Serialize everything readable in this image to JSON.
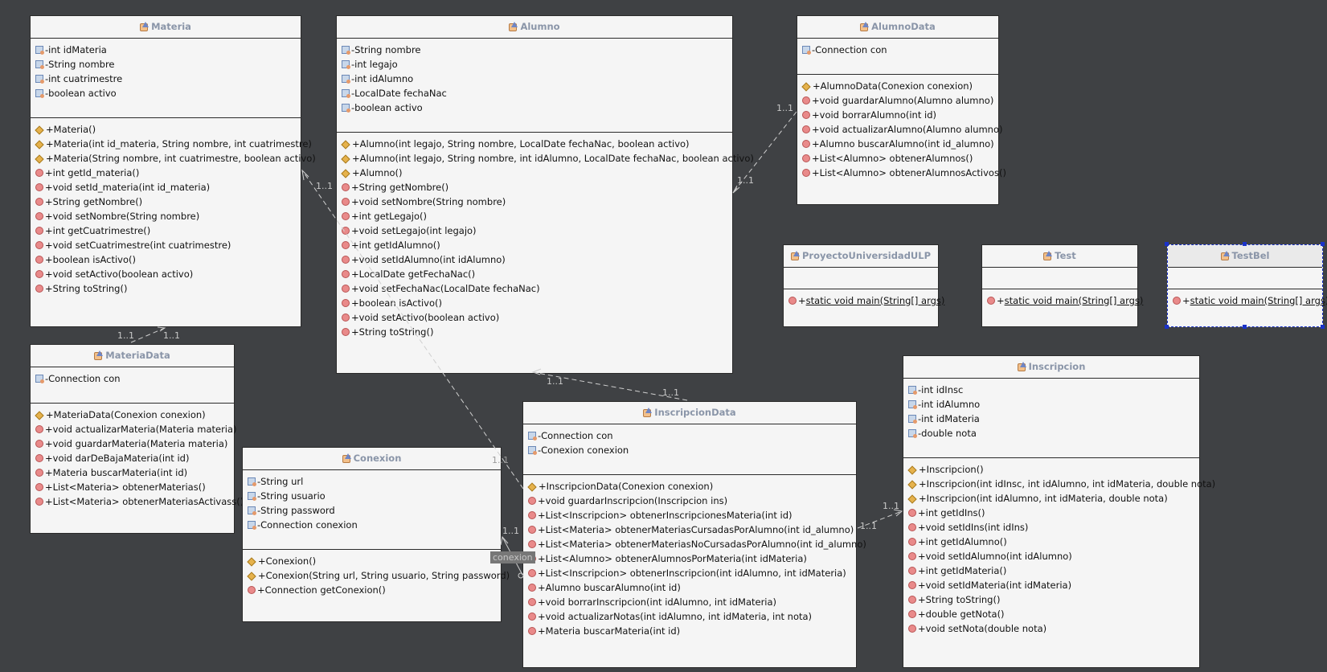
{
  "classes": {
    "Materia": {
      "name": "Materia",
      "fields": [
        {
          "vis": "-",
          "text": "int idMateria"
        },
        {
          "vis": "-",
          "text": "String nombre"
        },
        {
          "vis": "-",
          "text": "int cuatrimestre"
        },
        {
          "vis": "-",
          "text": "boolean activo"
        }
      ],
      "methods": [
        {
          "kind": "ctor",
          "vis": "+",
          "text": "Materia()"
        },
        {
          "kind": "ctor",
          "vis": "+",
          "text": "Materia(int id_materia, String nombre, int cuatrimestre)"
        },
        {
          "kind": "ctor",
          "vis": "+",
          "text": "Materia(String nombre, int cuatrimestre, boolean activo)"
        },
        {
          "kind": "method",
          "vis": "+",
          "text": "int getId_materia()"
        },
        {
          "kind": "method",
          "vis": "+",
          "text": "void setId_materia(int id_materia)"
        },
        {
          "kind": "method",
          "vis": "+",
          "text": "String getNombre()"
        },
        {
          "kind": "method",
          "vis": "+",
          "text": "void setNombre(String nombre)"
        },
        {
          "kind": "method",
          "vis": "+",
          "text": "int getCuatrimestre()"
        },
        {
          "kind": "method",
          "vis": "+",
          "text": "void setCuatrimestre(int cuatrimestre)"
        },
        {
          "kind": "method",
          "vis": "+",
          "text": "boolean isActivo()"
        },
        {
          "kind": "method",
          "vis": "+",
          "text": "void setActivo(boolean activo)"
        },
        {
          "kind": "method",
          "vis": "+",
          "text": "String toString()"
        }
      ]
    },
    "Alumno": {
      "name": "Alumno",
      "fields": [
        {
          "vis": "-",
          "text": "String nombre"
        },
        {
          "vis": "-",
          "text": "int legajo"
        },
        {
          "vis": "-",
          "text": "int idAlumno"
        },
        {
          "vis": "-",
          "text": "LocalDate fechaNac"
        },
        {
          "vis": "-",
          "text": "boolean activo"
        }
      ],
      "methods": [
        {
          "kind": "ctor",
          "vis": "+",
          "text": "Alumno(int legajo, String nombre, LocalDate fechaNac, boolean activo)"
        },
        {
          "kind": "ctor",
          "vis": "+",
          "text": "Alumno(int legajo, String nombre, int idAlumno, LocalDate fechaNac, boolean activo)"
        },
        {
          "kind": "ctor",
          "vis": "+",
          "text": "Alumno()"
        },
        {
          "kind": "method",
          "vis": "+",
          "text": "String getNombre()"
        },
        {
          "kind": "method",
          "vis": "+",
          "text": "void setNombre(String nombre)"
        },
        {
          "kind": "method",
          "vis": "+",
          "text": "int getLegajo()"
        },
        {
          "kind": "method",
          "vis": "+",
          "text": "void setLegajo(int legajo)"
        },
        {
          "kind": "method",
          "vis": "+",
          "text": "int getIdAlumno()"
        },
        {
          "kind": "method",
          "vis": "+",
          "text": "void setIdAlumno(int idAlumno)"
        },
        {
          "kind": "method",
          "vis": "+",
          "text": "LocalDate getFechaNac()"
        },
        {
          "kind": "method",
          "vis": "+",
          "text": "void setFechaNac(LocalDate fechaNac)"
        },
        {
          "kind": "method",
          "vis": "+",
          "text": "boolean isActivo()"
        },
        {
          "kind": "method",
          "vis": "+",
          "text": "void setActivo(boolean activo)"
        },
        {
          "kind": "method",
          "vis": "+",
          "text": "String toString()"
        }
      ]
    },
    "AlumnoData": {
      "name": "AlumnoData",
      "fields": [
        {
          "vis": "-",
          "text": "Connection con"
        }
      ],
      "methods": [
        {
          "kind": "ctor",
          "vis": "+",
          "text": "AlumnoData(Conexion conexion)"
        },
        {
          "kind": "method",
          "vis": "+",
          "text": "void guardarAlumno(Alumno alumno)"
        },
        {
          "kind": "method",
          "vis": "+",
          "text": "void borrarAlumno(int id)"
        },
        {
          "kind": "method",
          "vis": "+",
          "text": "void actualizarAlumno(Alumno alumno)"
        },
        {
          "kind": "method",
          "vis": "+",
          "text": "Alumno buscarAlumno(int id_alumno)"
        },
        {
          "kind": "method",
          "vis": "+",
          "text": "List<Alumno> obtenerAlumnos()"
        },
        {
          "kind": "method",
          "vis": "+",
          "text": "List<Alumno> obtenerAlumnosActivos()"
        }
      ]
    },
    "ProyectoUniversidadULP": {
      "name": "ProyectoUniversidadULP",
      "fields": [],
      "methods": [
        {
          "kind": "method",
          "vis": "+",
          "text": "static void main(String[] args)",
          "static": true
        }
      ]
    },
    "Test": {
      "name": "Test",
      "fields": [],
      "methods": [
        {
          "kind": "method",
          "vis": "+",
          "text": "static void main(String[] args)",
          "static": true
        }
      ]
    },
    "TestBel": {
      "name": "TestBel",
      "fields": [],
      "methods": [
        {
          "kind": "method",
          "vis": "+",
          "text": "static void main(String[] args)",
          "static": true
        }
      ]
    },
    "MateriaData": {
      "name": "MateriaData",
      "fields": [
        {
          "vis": "-",
          "text": "Connection con"
        }
      ],
      "methods": [
        {
          "kind": "ctor",
          "vis": "+",
          "text": "MateriaData(Conexion conexion)"
        },
        {
          "kind": "method",
          "vis": "+",
          "text": "void actualizarMateria(Materia materia)"
        },
        {
          "kind": "method",
          "vis": "+",
          "text": "void guardarMateria(Materia materia)"
        },
        {
          "kind": "method",
          "vis": "+",
          "text": "void darDeBajaMateria(int id)"
        },
        {
          "kind": "method",
          "vis": "+",
          "text": "Materia buscarMateria(int id)"
        },
        {
          "kind": "method",
          "vis": "+",
          "text": "List<Materia> obtenerMaterias()"
        },
        {
          "kind": "method",
          "vis": "+",
          "text": "List<Materia> obtenerMateriasActivass()"
        }
      ]
    },
    "Conexion": {
      "name": "Conexion",
      "fields": [
        {
          "vis": "-",
          "text": "String url"
        },
        {
          "vis": "-",
          "text": "String usuario"
        },
        {
          "vis": "-",
          "text": "String password"
        },
        {
          "vis": "-",
          "text": "Connection conexion"
        }
      ],
      "methods": [
        {
          "kind": "ctor",
          "vis": "+",
          "text": "Conexion()"
        },
        {
          "kind": "ctor",
          "vis": "+",
          "text": "Conexion(String url, String usuario, String password)"
        },
        {
          "kind": "method",
          "vis": "+",
          "text": "Connection getConexion()"
        }
      ]
    },
    "InscripcionData": {
      "name": "InscripcionData",
      "fields": [
        {
          "vis": "-",
          "text": "Connection con"
        },
        {
          "vis": "-",
          "text": "Conexion conexion"
        }
      ],
      "methods": [
        {
          "kind": "ctor",
          "vis": "+",
          "text": "InscripcionData(Conexion conexion)"
        },
        {
          "kind": "method",
          "vis": "+",
          "text": "void guardarInscripcion(Inscripcion ins)"
        },
        {
          "kind": "method",
          "vis": "+",
          "text": "List<Inscripcion> obtenerInscripcionesMateria(int id)"
        },
        {
          "kind": "method",
          "vis": "+",
          "text": "List<Materia> obtenerMateriasCursadasPorAlumno(int id_alumno)"
        },
        {
          "kind": "method",
          "vis": "+",
          "text": "List<Materia> obtenerMateriasNoCursadasPorAlumno(int id_alumno)"
        },
        {
          "kind": "method",
          "vis": "+",
          "text": "List<Alumno> obtenerAlumnosPorMateria(int idMateria)"
        },
        {
          "kind": "method",
          "vis": "+",
          "text": "List<Inscripcion> obtenerInscripcion(int idAlumno, int idMateria)"
        },
        {
          "kind": "method",
          "vis": "+",
          "text": "Alumno buscarAlumno(int id)"
        },
        {
          "kind": "method",
          "vis": "+",
          "text": "void borrarInscripcion(int idAlumno, int idMateria)"
        },
        {
          "kind": "method",
          "vis": "+",
          "text": "void actualizarNotas(int idAlumno, int idMateria, int nota)"
        },
        {
          "kind": "method",
          "vis": "+",
          "text": "Materia buscarMateria(int id)"
        }
      ]
    },
    "Inscripcion": {
      "name": "Inscripcion",
      "fields": [
        {
          "vis": "-",
          "text": "int idInsc"
        },
        {
          "vis": "-",
          "text": "int idAlumno"
        },
        {
          "vis": "-",
          "text": "int idMateria"
        },
        {
          "vis": "-",
          "text": "double nota"
        }
      ],
      "methods": [
        {
          "kind": "ctor",
          "vis": "+",
          "text": "Inscripcion()"
        },
        {
          "kind": "ctor",
          "vis": "+",
          "text": "Inscripcion(int idInsc, int idAlumno, int idMateria, double nota)"
        },
        {
          "kind": "ctor",
          "vis": "+",
          "text": "Inscripcion(int idAlumno, int idMateria, double nota)"
        },
        {
          "kind": "method",
          "vis": "+",
          "text": "int getIdIns()"
        },
        {
          "kind": "method",
          "vis": "+",
          "text": "void setIdIns(int idIns)"
        },
        {
          "kind": "method",
          "vis": "+",
          "text": "int getIdAlumno()"
        },
        {
          "kind": "method",
          "vis": "+",
          "text": "void setIdAlumno(int idAlumno)"
        },
        {
          "kind": "method",
          "vis": "+",
          "text": "int getIdMateria()"
        },
        {
          "kind": "method",
          "vis": "+",
          "text": "void setIdMateria(int idMateria)"
        },
        {
          "kind": "method",
          "vis": "+",
          "text": "String toString()"
        },
        {
          "kind": "method",
          "vis": "+",
          "text": "double getNota()"
        },
        {
          "kind": "method",
          "vis": "+",
          "text": "void setNota(double nota)"
        }
      ]
    }
  },
  "multiplicities": {
    "alumnodata_end": "1..1",
    "alumno_from_alumnodata": "1..1",
    "materia_from_inscripciondata": "1..1",
    "materiadata_left": "1..1",
    "materiadata_right": "1..1",
    "alumno_from_inscripciondata": "1..1",
    "inscripciondata_to_alumno": "1..1",
    "inscripciondata_to_materia": "1..1",
    "conexion_from_inscripciondata": "1..1",
    "inscripciondata_to_inscripcion": "1..1",
    "inscripcion_from_inscripciondata": "1..1"
  },
  "association_labels": {
    "conexion": "conexion"
  }
}
